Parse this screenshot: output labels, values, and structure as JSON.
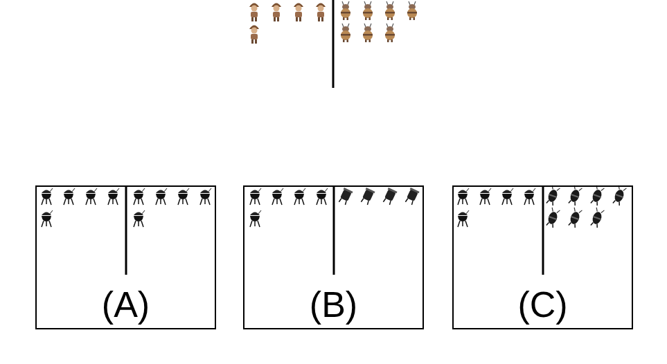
{
  "diagram": {
    "nodes": [
      {
        "text": [
          "(A)"
        ]
      },
      {
        "text": [
          "(B)"
        ]
      },
      {
        "text": [
          "(C)"
        ]
      }
    ]
  }
}
